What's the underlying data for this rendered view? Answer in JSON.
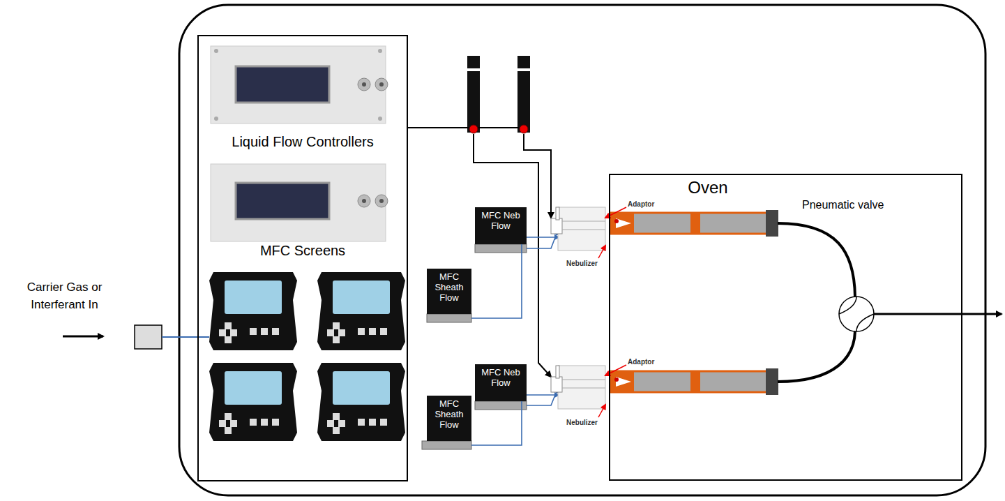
{
  "diagram": {
    "nodes": [
      {
        "text": [
          "Liquid Flow Controllers",
          "MFC Screens"
        ]
      },
      {
        "text": [
          "MFC Neb Flow"
        ]
      },
      {
        "text": [
          "MFC Sheath Flow"
        ]
      },
      {
        "text": [
          "MFC Neb Flow"
        ]
      },
      {
        "text": [
          "MFC Sheath Flow"
        ]
      },
      {
        "text": [
          "Oven"
        ]
      }
    ],
    "labels": [
      "Carrier Gas or Interferant In",
      "Adaptor",
      "Nebulizer",
      "Adaptor",
      "Nebulizer",
      "Pneumatic valve"
    ]
  }
}
